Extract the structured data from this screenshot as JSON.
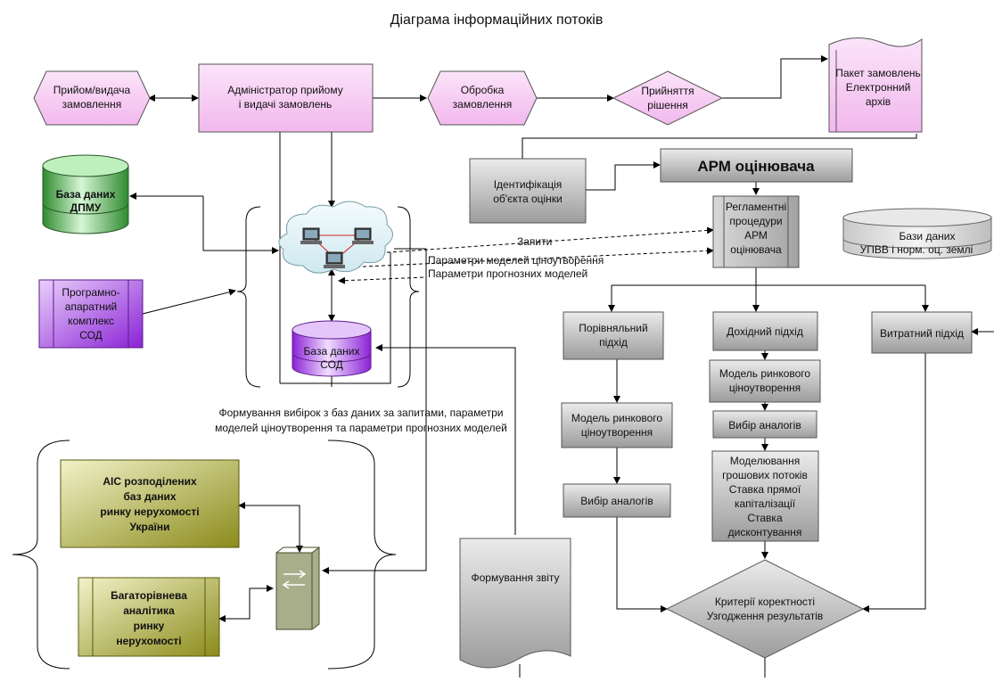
{
  "title": "Діаграма інформаційних потоків",
  "nodes": {
    "order_intake": [
      "Прийом/видача",
      "замовлення"
    ],
    "admin": [
      "Адміністратор прийому",
      "і видачі замовлень"
    ],
    "processing": [
      "Обробка",
      "замовлення"
    ],
    "decision": [
      "Прийняття",
      "рішення"
    ],
    "package": [
      "Пакет замовлень",
      "Електронний",
      "архів"
    ],
    "db_dpmu": [
      "База даних",
      "ДПМУ"
    ],
    "sod_complex": [
      "Програмно-",
      "апаратний",
      "комплекс",
      "СОД"
    ],
    "sod_db": [
      "База даних",
      "СОД"
    ],
    "arm_title": "АРМ оцінювача",
    "identification": [
      "Ідентифікація",
      "об'єкта оцінки"
    ],
    "regulations": [
      "Регламентні",
      "процедури",
      "АРМ",
      "оцінювача"
    ],
    "db_upvv": [
      "Бази даних",
      "УПВВ і норм. оц. землі"
    ],
    "comparative": [
      "Порівняльний",
      "підхід"
    ],
    "income": [
      "Дохідний підхід"
    ],
    "cost": [
      "Витратний підхід"
    ],
    "market_model_left": [
      "Модель ринкового",
      "ціноутворення"
    ],
    "market_model_mid": [
      "Модель ринкового",
      "ціноутворення"
    ],
    "analogs_left": [
      "Вибір аналогів"
    ],
    "analogs_mid": [
      "Вибір аналогів"
    ],
    "cashflow": [
      "Моделювання",
      "грошових потоків",
      "Ставка прямої",
      "капіталізації",
      "Ставка",
      "дисконтування"
    ],
    "criteria": [
      "Критерії коректності",
      "Узгодження результатів"
    ],
    "report": [
      "Формування звіту"
    ],
    "ais": [
      "АІС розподілених",
      "баз даних",
      "ринку нерухомості",
      "України"
    ],
    "analytics": [
      "Багаторівнева",
      "аналітика",
      "ринку",
      "нерухомості"
    ]
  },
  "labels": {
    "queries": "Запити",
    "pricing_params": "Параметри моделей ціноутворення",
    "forecast_params": "Параметри прогнозних моделей",
    "sampling": [
      "Формування вибірок з баз даних за запитами, параметри",
      "моделей ціноутворення та параметри прогнозних моделей"
    ]
  },
  "colors": {
    "pink": "#f6c2f2",
    "purple": "#9b30e6",
    "green": "#3f9c3f",
    "olive": "#8a8a18",
    "gray": "#a9a9a9"
  }
}
